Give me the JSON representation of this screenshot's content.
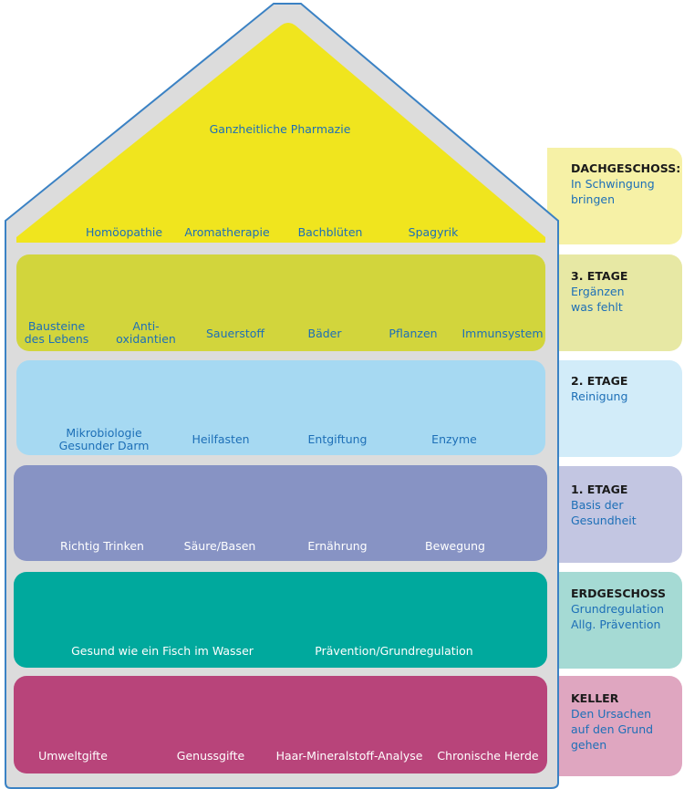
{
  "roof": {
    "title": "Ganzheitliche Pharmazie",
    "items": [
      "Homöopathie",
      "Aromatherapie",
      "Bachblüten",
      "Spagyrik"
    ]
  },
  "floors": [
    {
      "id": "dach",
      "items": []
    },
    {
      "id": "etage3",
      "items": [
        "Bausteine\ndes Lebens",
        "Anti-\noxidantien",
        "Sauerstoff",
        "Bäder",
        "Pflanzen",
        "Immunsystem"
      ]
    },
    {
      "id": "etage2",
      "items": [
        "Mikrobiologie\nGesunder Darm",
        "Heilfasten",
        "Entgiftung",
        "Enzyme"
      ]
    },
    {
      "id": "etage1",
      "items": [
        "Richtig Trinken",
        "Säure/Basen",
        "Ernährung",
        "Bewegung"
      ]
    },
    {
      "id": "erd",
      "items": [
        "Gesund wie ein Fisch im Wasser",
        "Prävention/Grundregulation"
      ]
    },
    {
      "id": "keller",
      "items": [
        "Umweltgifte",
        "Genussgifte",
        "Haar-Mineralstoff-Analyse",
        "Chronische Herde"
      ]
    }
  ],
  "legend": [
    {
      "title": "DACHGESCHOSS:",
      "sub": "In Schwingung\nbringen"
    },
    {
      "title": "3. ETAGE",
      "sub": "Ergänzen\nwas fehlt"
    },
    {
      "title": "2. ETAGE",
      "sub": "Reinigung"
    },
    {
      "title": "1. ETAGE",
      "sub": "Basis der\nGesundheit"
    },
    {
      "title": "ERDGESCHOSS",
      "sub": "Grundregulation\nAllg. Prävention"
    },
    {
      "title": "KELLER",
      "sub": "Den Ursachen\nauf den Grund\ngehen"
    }
  ],
  "colors": {
    "roof": "#f0e51e",
    "etage3": "#d2d53c",
    "etage2": "#a6d9f2",
    "etage1": "#8793c4",
    "erd": "#00a99d",
    "keller": "#b8447a",
    "frame": "#dcdcdc",
    "frame_border": "#3b82c4",
    "label_blue": "#1d6fb7",
    "label_white": "#ffffff"
  }
}
